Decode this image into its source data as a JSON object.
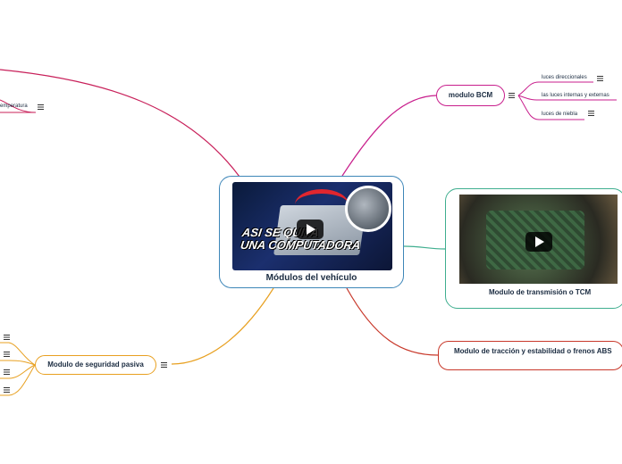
{
  "central": {
    "label": "Módulos del vehículo",
    "thumb_title_1": "ASI SE QUITA",
    "thumb_title_2": "UNA COMPUTADORA"
  },
  "bcm": {
    "label": "modulo BCM",
    "children": [
      "luces direccionales",
      "las luces internas y externas",
      "luces de niebla"
    ]
  },
  "tcm": {
    "label": "Modulo de transmisión o TCM"
  },
  "abs": {
    "label": "Modulo de tracción y estabilidad o frenos ABS"
  },
  "pasiva": {
    "label": "Modulo de seguridad pasiva"
  },
  "left_leaf": {
    "label": "emperatura"
  },
  "colors": {
    "bcm": "#c81e8c",
    "tcm": "#3fae8f",
    "abs": "#c8382a",
    "pasiva": "#e8a020",
    "left": "#c8205a",
    "central": "#3d86b8"
  }
}
